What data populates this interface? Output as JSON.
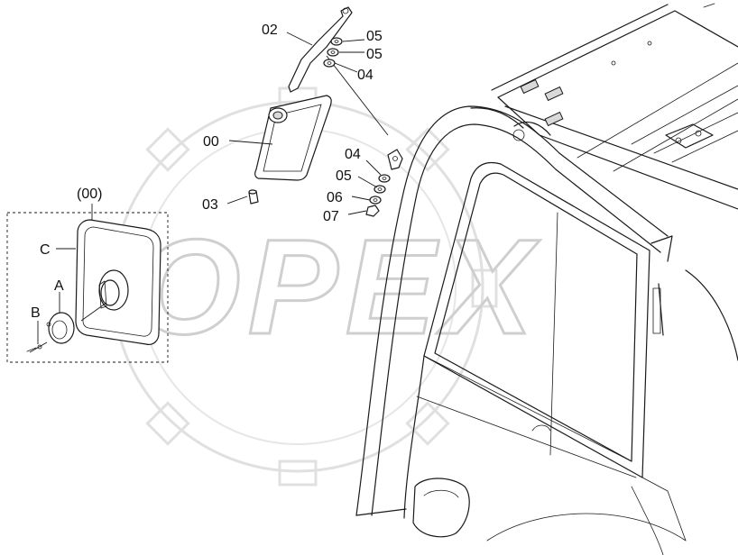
{
  "watermark": {
    "text": "OPEX"
  },
  "callouts": [
    {
      "id": "lbl-00",
      "text": "00"
    },
    {
      "id": "lbl-02",
      "text": "02"
    },
    {
      "id": "lbl-03",
      "text": "03"
    },
    {
      "id": "lbl-04a",
      "text": "04"
    },
    {
      "id": "lbl-04b",
      "text": "04"
    },
    {
      "id": "lbl-05a",
      "text": "05"
    },
    {
      "id": "lbl-05b",
      "text": "05"
    },
    {
      "id": "lbl-05c",
      "text": "05"
    },
    {
      "id": "lbl-06",
      "text": "06"
    },
    {
      "id": "lbl-07",
      "text": "07"
    },
    {
      "id": "lbl-00p",
      "text": "(00)"
    },
    {
      "id": "lbl-A",
      "text": "A"
    },
    {
      "id": "lbl-B",
      "text": "B"
    },
    {
      "id": "lbl-C",
      "text": "C"
    }
  ]
}
